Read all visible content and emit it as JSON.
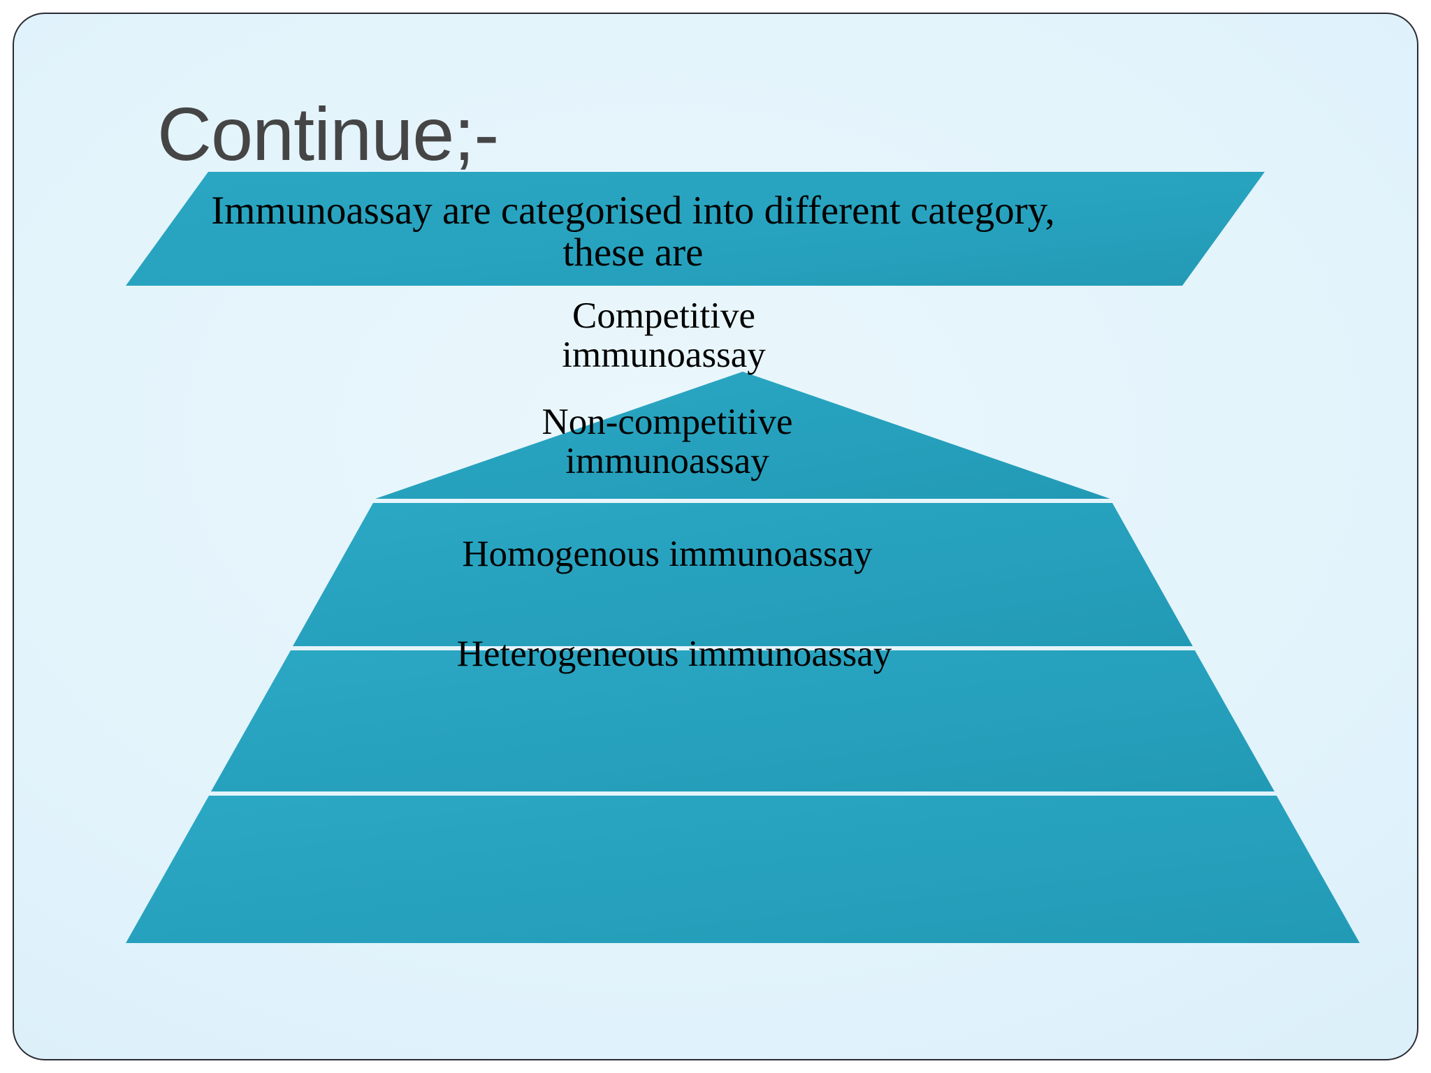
{
  "slide": {
    "title": "Continue;-",
    "background_color": "#ddf2fa",
    "border_color": "#2b2b33",
    "accent_color": "#27a3bf",
    "text_color": "#000000",
    "title_color": "#454545"
  },
  "banner": {
    "shape": "parallelogram",
    "text": "Immunoassay are categorised into different category,\nthese are"
  },
  "pyramid": {
    "shape": "triangle",
    "tiers": [
      {
        "id": "tier-1",
        "label": "Competitive\nimmunoassay"
      },
      {
        "id": "tier-2",
        "label": "Non-competitive\nimmunoassay"
      },
      {
        "id": "tier-3",
        "label": "Homogenous immunoassay"
      },
      {
        "id": "tier-4",
        "label": "Heterogeneous immunoassay"
      }
    ]
  }
}
